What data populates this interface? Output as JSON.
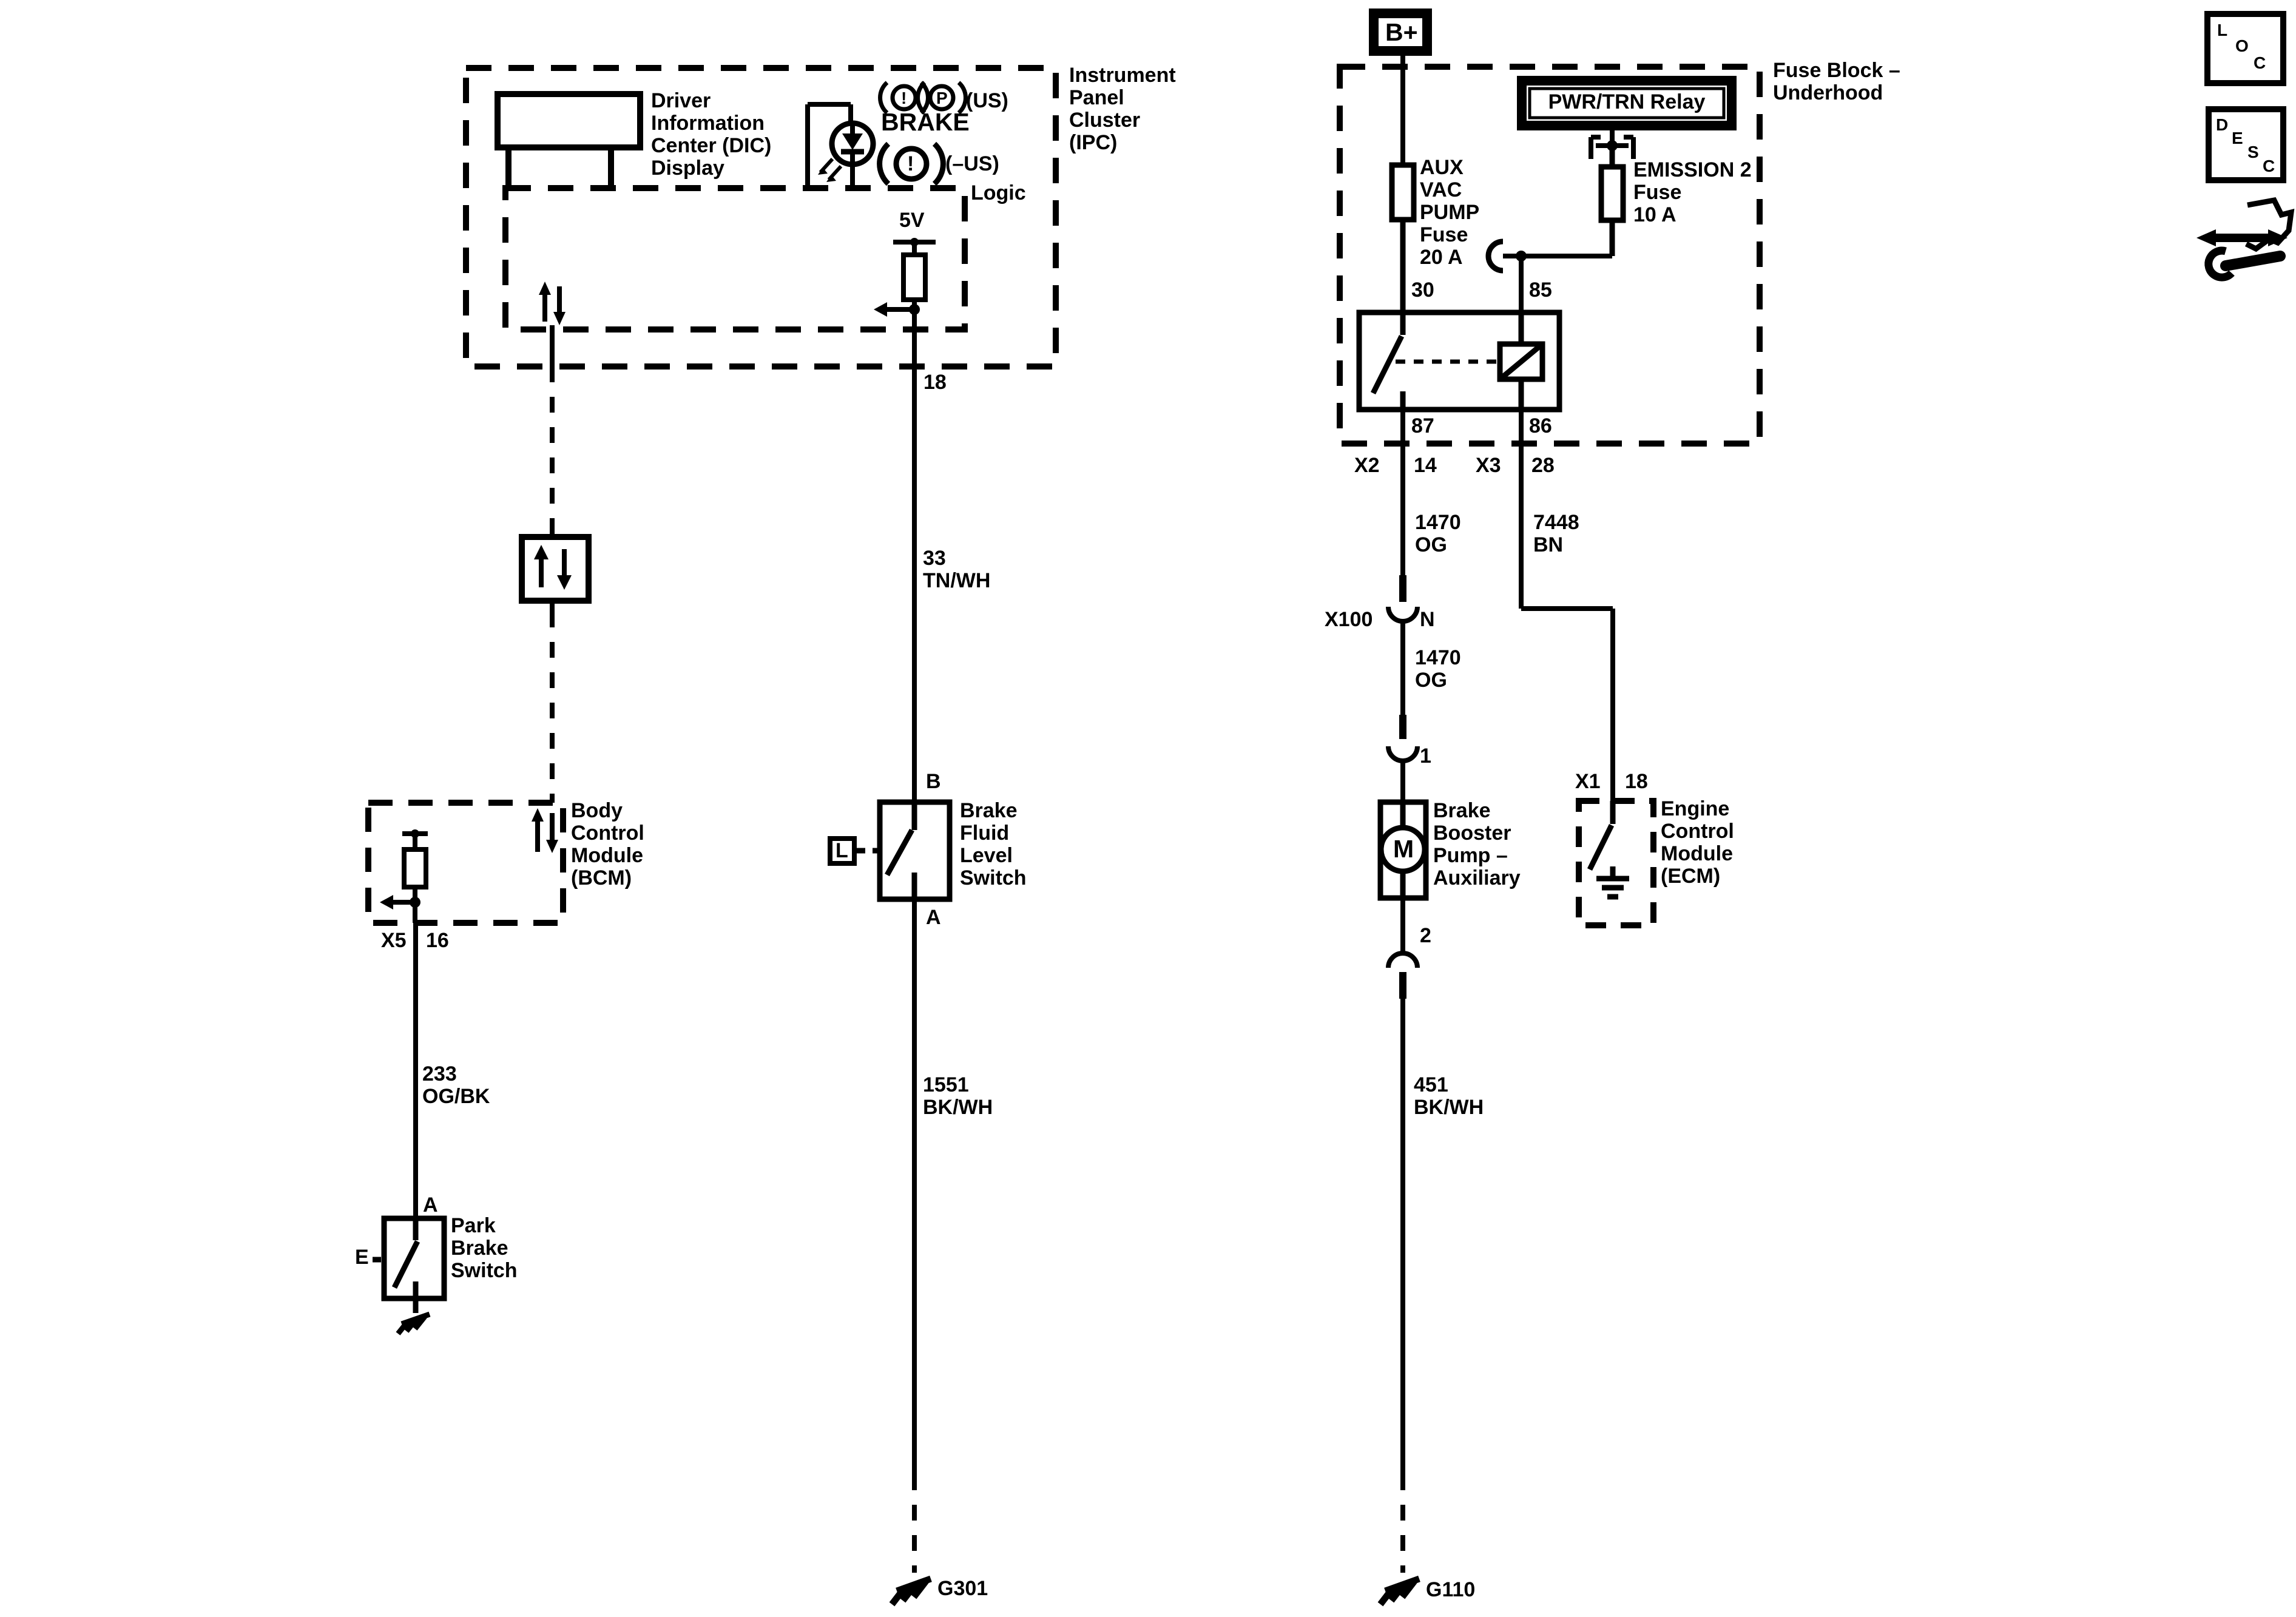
{
  "page": {
    "background": "#ffffff",
    "ink": "#000000"
  },
  "corner_tools": {
    "loc_letters": [
      "L",
      "O",
      "C"
    ],
    "desc_letters": [
      "D",
      "E",
      "S",
      "C"
    ]
  },
  "ipc": {
    "label": "Instrument\nPanel\nCluster\n(IPC)",
    "dic_label": "Driver\nInformation\nCenter (DIC)\nDisplay",
    "logic_label": "Logic",
    "brake_text": "BRAKE",
    "us_label": "(US)",
    "neg_us_label": "(–US)",
    "excl_glyph": "!",
    "p_glyph": "P",
    "supply_5v": "5V",
    "pin_18": "18"
  },
  "bcm": {
    "label": "Body\nControl\nModule\n(BCM)",
    "conn": "X5",
    "pin": "16"
  },
  "park_brake": {
    "wire": "233\nOG/BK",
    "pin_a": "A",
    "label": "Park\nBrake\nSwitch",
    "ref_e": "E"
  },
  "fluid_switch": {
    "wire_top": "33\nTN/WH",
    "pin_b": "B",
    "pin_a": "A",
    "label": "Brake\nFluid\nLevel\nSwitch",
    "ref_l": "L",
    "wire_bottom": "1551\nBK/WH",
    "ground": "G301"
  },
  "fuse_block": {
    "label": "Fuse Block –\nUnderhood",
    "bplus": "B+",
    "relay_title": "PWR/TRN Relay",
    "aux_fuse": "AUX\nVAC\nPUMP\nFuse\n20 A",
    "emission_fuse": "EMISSION 2\nFuse\n10 A",
    "pin_30": "30",
    "pin_85": "85",
    "pin_87": "87",
    "pin_86": "86",
    "conn_x2": "X2",
    "pin_14": "14",
    "conn_x3": "X3",
    "pin_28": "28"
  },
  "pump_branch": {
    "wire_1470a": "1470\nOG",
    "conn_x100": "X100",
    "pin_n": "N",
    "wire_1470b": "1470\nOG",
    "pin_1": "1",
    "pump_label": "Brake\nBooster\nPump –\nAuxiliary",
    "motor": "M",
    "pin_2": "2",
    "wire_451": "451\nBK/WH",
    "ground": "G110"
  },
  "ecm_branch": {
    "wire_7448": "7448\nBN",
    "conn_x1": "X1",
    "pin_18": "18",
    "label": "Engine\nControl\nModule\n(ECM)"
  }
}
